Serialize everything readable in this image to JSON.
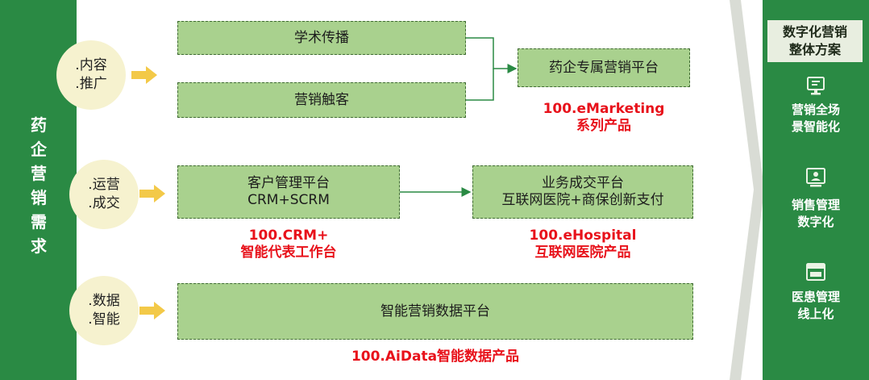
{
  "left": {
    "title": "药\n企\n营\n销\n需\n求"
  },
  "rows": [
    {
      "label": ".内容\n.推广"
    },
    {
      "label": ".运营\n.成交"
    },
    {
      "label": ".数据\n.智能"
    }
  ],
  "boxes": {
    "academic": "学术传播",
    "touch": "营销触客",
    "pharma_platform": "药企专属营销平台",
    "crm": "客户管理平台\nCRM+SCRM",
    "deal": "业务成交平台\n互联网医院+商保创新支付",
    "data": "智能营销数据平台"
  },
  "products": {
    "emarketing": "100.eMarketing\n系列产品",
    "crm": "100.CRM+\n智能代表工作台",
    "ehospital": "100.eHospital\n互联网医院产品",
    "aidata": "100.AiData智能数据产品"
  },
  "right": {
    "title": "数字化营销\n整体方案",
    "items": [
      {
        "icon": "monitor-icon",
        "label": "营销全场\n景智能化"
      },
      {
        "icon": "person-screen-icon",
        "label": "销售管理\n数字化"
      },
      {
        "icon": "window-icon",
        "label": "医患管理\n线上化"
      }
    ]
  },
  "colors": {
    "green_dark": "#2a8a44",
    "box_green": "#a9d18e",
    "circle_fill": "#f6f2cf",
    "arrow_yellow": "#f3c948",
    "accent_red": "#e8121b"
  }
}
